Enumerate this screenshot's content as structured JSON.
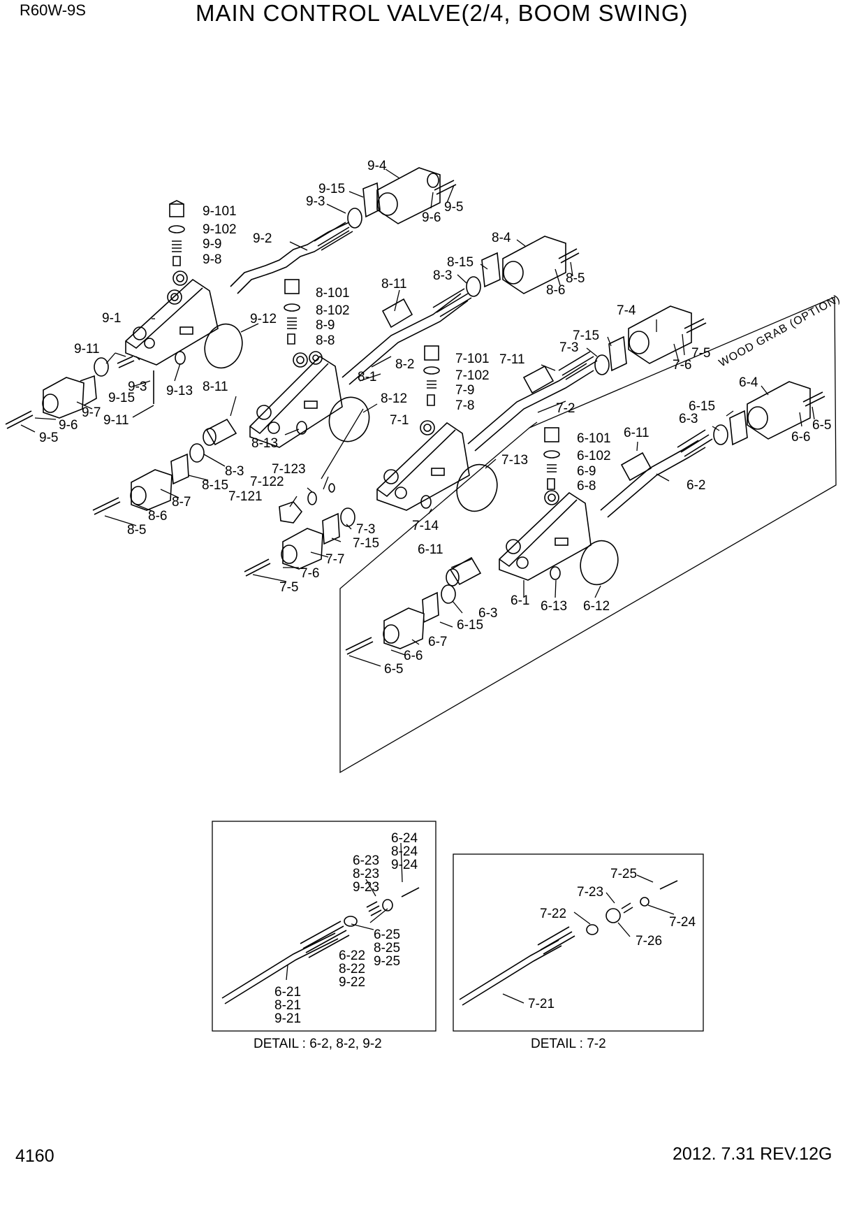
{
  "header": {
    "model": "R60W-9S",
    "title": "MAIN CONTROL VALVE(2/4, BOOM SWING)"
  },
  "footer": {
    "page_number": "4160",
    "revision": "2012. 7.31  REV.12G"
  },
  "option_label": "WOOD GRAB (OPTION)",
  "details": [
    {
      "caption": "DETAIL : 6-2, 8-2, 9-2"
    },
    {
      "caption": "DETAIL : 7-2"
    }
  ],
  "callouts": {
    "c_9_4": "9-4",
    "c_9_15a": "9-15",
    "c_9_3a": "9-3",
    "c_9_6a": "9-6",
    "c_9_5a": "9-5",
    "c_9_101": "9-101",
    "c_9_102": "9-102",
    "c_9_9": "9-9",
    "c_9_8": "9-8",
    "c_9_2": "9-2",
    "c_9_1": "9-1",
    "c_9_12": "9-12",
    "c_9_11a": "9-11",
    "c_9_3b": "9-3",
    "c_9_15b": "9-15",
    "c_9_13": "9-13",
    "c_9_7": "9-7",
    "c_9_6b": "9-6",
    "c_9_11b": "9-11",
    "c_9_5b": "9-5",
    "c_8_4": "8-4",
    "c_8_15a": "8-15",
    "c_8_3a": "8-3",
    "c_8_5a": "8-5",
    "c_8_6a": "8-6",
    "c_8_101": "8-101",
    "c_8_102": "8-102",
    "c_8_11a": "8-11",
    "c_8_9": "8-9",
    "c_8_8": "8-8",
    "c_8_2": "8-2",
    "c_8_1": "8-1",
    "c_8_11b": "8-11",
    "c_8_12": "8-12",
    "c_8_13": "8-13",
    "c_8_3b": "8-3",
    "c_8_15b": "8-15",
    "c_8_7": "8-7",
    "c_8_6b": "8-6",
    "c_8_5b": "8-5",
    "c_7_4": "7-4",
    "c_7_15a": "7-15",
    "c_7_3a": "7-3",
    "c_7_5a": "7-5",
    "c_7_6a": "7-6",
    "c_7_101": "7-101",
    "c_7_102": "7-102",
    "c_7_11": "7-11",
    "c_7_9": "7-9",
    "c_7_8": "7-8",
    "c_7_2": "7-2",
    "c_7_1": "7-1",
    "c_7_123": "7-123",
    "c_7_122": "7-122",
    "c_7_121": "7-121",
    "c_7_13": "7-13",
    "c_7_14": "7-14",
    "c_7_3b": "7-3",
    "c_7_15b": "7-15",
    "c_7_7": "7-7",
    "c_7_6b": "7-6",
    "c_7_5b": "7-5",
    "c_6_4": "6-4",
    "c_6_15a": "6-15",
    "c_6_3a": "6-3",
    "c_6_5a": "6-5",
    "c_6_6a": "6-6",
    "c_6_101": "6-101",
    "c_6_102": "6-102",
    "c_6_11a": "6-11",
    "c_6_9": "6-9",
    "c_6_8": "6-8",
    "c_6_2": "6-2",
    "c_6_11b": "6-11",
    "c_6_1": "6-1",
    "c_6_13": "6-13",
    "c_6_12": "6-12",
    "c_6_3b": "6-3",
    "c_6_15b": "6-15",
    "c_6_7": "6-7",
    "c_6_6b": "6-6",
    "c_6_5b": "6-5",
    "d_24": [
      "6-24",
      "8-24",
      "9-24"
    ],
    "d_23": [
      "6-23",
      "8-23",
      "9-23"
    ],
    "d_25": [
      "6-25",
      "8-25",
      "9-25"
    ],
    "d_22": [
      "6-22",
      "8-22",
      "9-22"
    ],
    "d_21": [
      "6-21",
      "8-21",
      "9-21"
    ],
    "e_7_25": "7-25",
    "e_7_23": "7-23",
    "e_7_22": "7-22",
    "e_7_24": "7-24",
    "e_7_26": "7-26",
    "e_7_21": "7-21"
  }
}
